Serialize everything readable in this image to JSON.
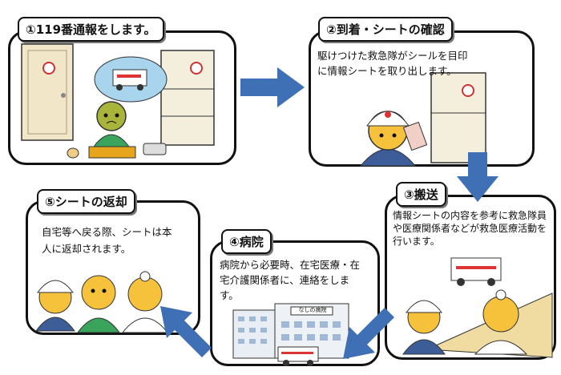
{
  "steps": [
    {
      "title": "①119番通報をします。",
      "text": ""
    },
    {
      "title": "②到着・シートの確認",
      "text": "駆けつけた救急隊がシールを目印に情報シートを取り出します。"
    },
    {
      "title": "③搬送",
      "text": "情報シートの内容を参考に救急隊員や医療関係者などが救急医療活動を行います。"
    },
    {
      "title": "④病院",
      "text": "病院から必要時、在宅医療・在宅介護関係者に、連絡をします。"
    },
    {
      "title": "⑤シートの返却",
      "text": "自宅等へ戻る際、シートは本人に返却されます。"
    }
  ],
  "hospital_sign": "なしの病院",
  "colors": {
    "arrow": "#3f6fb5",
    "tab_shadow": "#777777",
    "border": "#111111"
  }
}
